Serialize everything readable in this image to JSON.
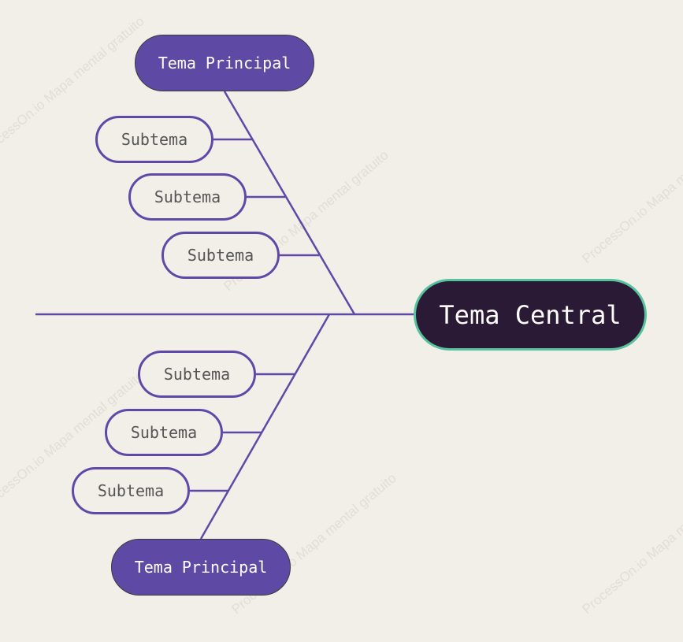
{
  "diagram": {
    "central_topic": "Tema Central",
    "upper_branch": {
      "main_topic": "Tema Principal",
      "subtopics": [
        "Subtema",
        "Subtema",
        "Subtema"
      ]
    },
    "lower_branch": {
      "main_topic": "Tema Principal",
      "subtopics": [
        "Subtema",
        "Subtema",
        "Subtema"
      ]
    }
  },
  "watermark": "ProcessOn.io Mapa mental gratuito",
  "colors": {
    "background": "#f2efe9",
    "line": "#6048a8",
    "central_fill": "#2a1a35",
    "central_border": "#57c29e",
    "main_fill": "#5e4aa4",
    "sub_border": "#6048a8",
    "sub_text": "#555555"
  }
}
